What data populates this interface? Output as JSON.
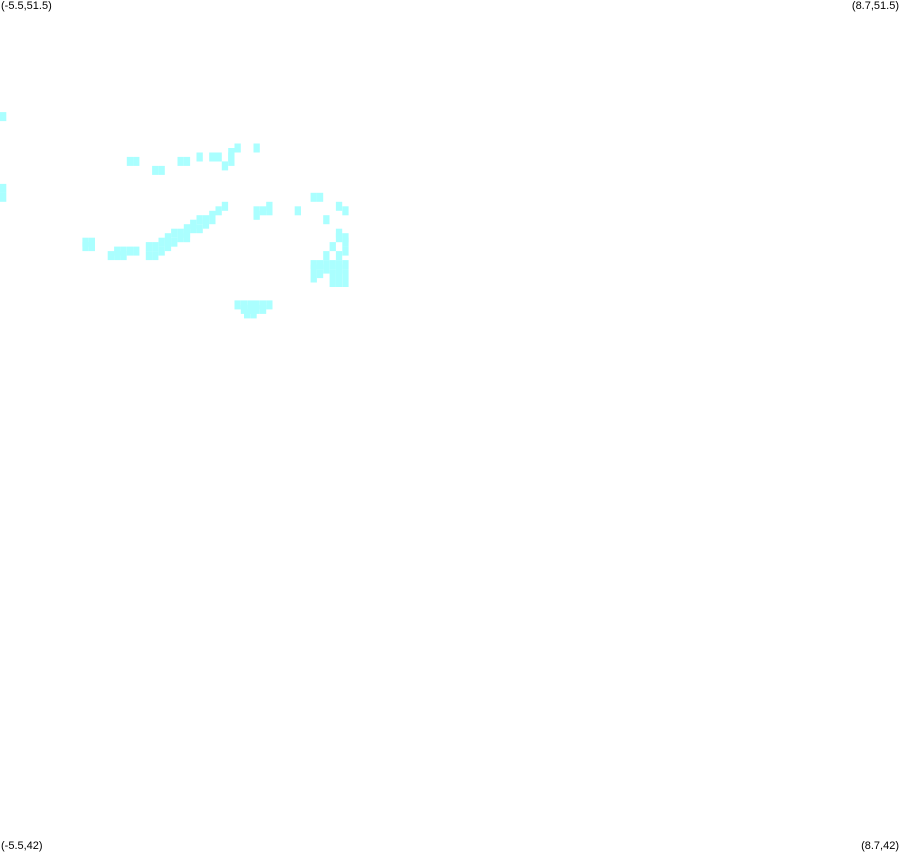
{
  "corners": {
    "top_left": "(-5.5,51.5)",
    "top_right": "(8.7,51.5)",
    "bottom_left": "(-5.5,42)",
    "bottom_right": "(8.7,42)"
  },
  "extent": {
    "lon_min": -5.5,
    "lon_max": 8.7,
    "lat_min": 42,
    "lat_max": 51.5
  },
  "colors": {
    "background": "#ffffff",
    "cell": "#aaffff",
    "label": "#000000"
  },
  "cell_size_deg": 0.1,
  "cells": [
    [
      -5.5,
      50.25
    ],
    [
      -5.5,
      49.45
    ],
    [
      -5.5,
      49.35
    ],
    [
      -3.5,
      49.75
    ],
    [
      -3.4,
      49.75
    ],
    [
      -3.1,
      49.65
    ],
    [
      -3.0,
      49.65
    ],
    [
      -4.2,
      48.85
    ],
    [
      -4.1,
      48.85
    ],
    [
      -4.2,
      48.8
    ],
    [
      -4.1,
      48.8
    ],
    [
      -3.7,
      48.75
    ],
    [
      -3.6,
      48.75
    ],
    [
      -3.5,
      48.75
    ],
    [
      -3.4,
      48.75
    ],
    [
      -3.8,
      48.7
    ],
    [
      -3.7,
      48.7
    ],
    [
      -3.6,
      48.7
    ],
    [
      -3.2,
      48.8
    ],
    [
      -3.1,
      48.8
    ],
    [
      -3.0,
      48.85
    ],
    [
      -2.9,
      48.9
    ],
    [
      -2.8,
      48.95
    ],
    [
      -2.7,
      48.95
    ],
    [
      -2.6,
      49.0
    ],
    [
      -2.5,
      49.05
    ],
    [
      -2.4,
      49.1
    ],
    [
      -2.3,
      49.1
    ],
    [
      -2.2,
      49.15
    ],
    [
      -2.1,
      49.2
    ],
    [
      -2.0,
      49.25
    ],
    [
      -2.2,
      49.1
    ],
    [
      -2.3,
      49.05
    ],
    [
      -2.5,
      49.0
    ],
    [
      -2.6,
      48.95
    ],
    [
      -2.8,
      48.85
    ],
    [
      -2.9,
      48.8
    ],
    [
      -3.0,
      48.75
    ],
    [
      -3.1,
      48.7
    ],
    [
      -3.2,
      48.7
    ],
    [
      -2.4,
      49.0
    ],
    [
      -2.7,
      48.9
    ],
    [
      -2.9,
      48.85
    ],
    [
      -2.6,
      48.9
    ],
    [
      -2.2,
      49.8
    ],
    [
      -2.1,
      49.8
    ],
    [
      -1.9,
      49.85
    ],
    [
      -1.8,
      49.9
    ],
    [
      -1.9,
      49.8
    ],
    [
      -1.9,
      49.75
    ],
    [
      -2.0,
      49.7
    ],
    [
      -1.5,
      49.9
    ],
    [
      -2.4,
      49.8
    ],
    [
      -2.7,
      49.75
    ],
    [
      -2.6,
      49.75
    ],
    [
      -1.5,
      49.15
    ],
    [
      -1.4,
      49.2
    ],
    [
      -1.3,
      49.25
    ],
    [
      -1.5,
      49.2
    ],
    [
      -1.3,
      49.2
    ],
    [
      -0.85,
      49.2
    ],
    [
      -0.6,
      49.35
    ],
    [
      -0.5,
      49.35
    ],
    [
      -0.4,
      49.1
    ],
    [
      -0.2,
      49.25
    ],
    [
      -0.1,
      49.2
    ],
    [
      -0.2,
      48.95
    ],
    [
      -0.1,
      48.9
    ],
    [
      -0.2,
      48.9
    ],
    [
      -0.3,
      48.8
    ],
    [
      -0.1,
      48.85
    ],
    [
      -0.4,
      48.7
    ],
    [
      -0.2,
      48.7
    ],
    [
      -0.1,
      48.75
    ],
    [
      -0.6,
      48.6
    ],
    [
      -0.5,
      48.6
    ],
    [
      -0.4,
      48.6
    ],
    [
      -0.3,
      48.6
    ],
    [
      -0.2,
      48.6
    ],
    [
      -0.1,
      48.6
    ],
    [
      -0.6,
      48.55
    ],
    [
      -0.5,
      48.5
    ],
    [
      -0.3,
      48.5
    ],
    [
      -0.2,
      48.5
    ],
    [
      -0.1,
      48.5
    ],
    [
      -0.3,
      48.4
    ],
    [
      -0.2,
      48.4
    ],
    [
      -0.1,
      48.4
    ],
    [
      -0.6,
      48.45
    ],
    [
      -0.4,
      48.55
    ],
    [
      -0.2,
      48.55
    ],
    [
      -1.8,
      48.15
    ],
    [
      -1.7,
      48.15
    ],
    [
      -1.6,
      48.15
    ],
    [
      -1.5,
      48.15
    ],
    [
      -1.4,
      48.15
    ],
    [
      -1.3,
      48.15
    ],
    [
      -1.7,
      48.1
    ],
    [
      -1.6,
      48.1
    ],
    [
      -1.5,
      48.1
    ],
    [
      -1.4,
      48.1
    ],
    [
      -1.65,
      48.05
    ],
    [
      -1.55,
      48.05
    ]
  ]
}
